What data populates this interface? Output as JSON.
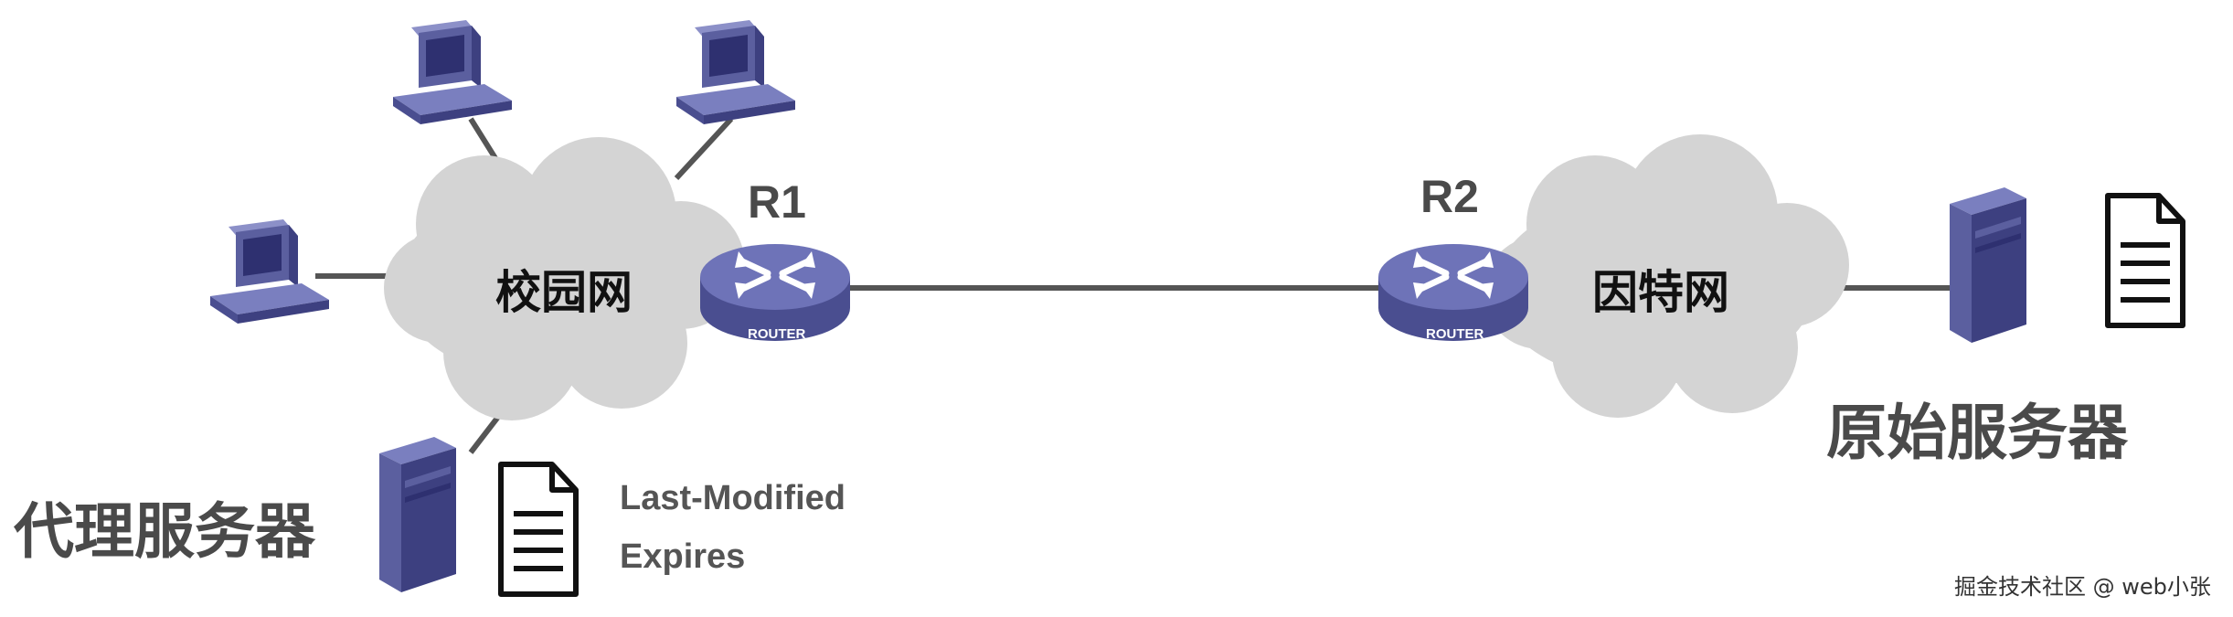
{
  "nodes": {
    "campus_net": "校园网",
    "internet": "因特网",
    "router1": "R1",
    "router2": "R2",
    "router_badge": "ROUTER",
    "proxy_server": "代理服务器",
    "origin_server": "原始服务器"
  },
  "headers": {
    "last_modified": "Last-Modified",
    "expires": "Expires"
  },
  "watermark": "掘金技术社区 @ web小张",
  "colors": {
    "cloud": "#d4d4d4",
    "router_body": "#5a5ea0",
    "router_top": "#6e73b8",
    "computer": "#5b5f9f",
    "link": "#555555",
    "label": "#4a4a4a"
  }
}
